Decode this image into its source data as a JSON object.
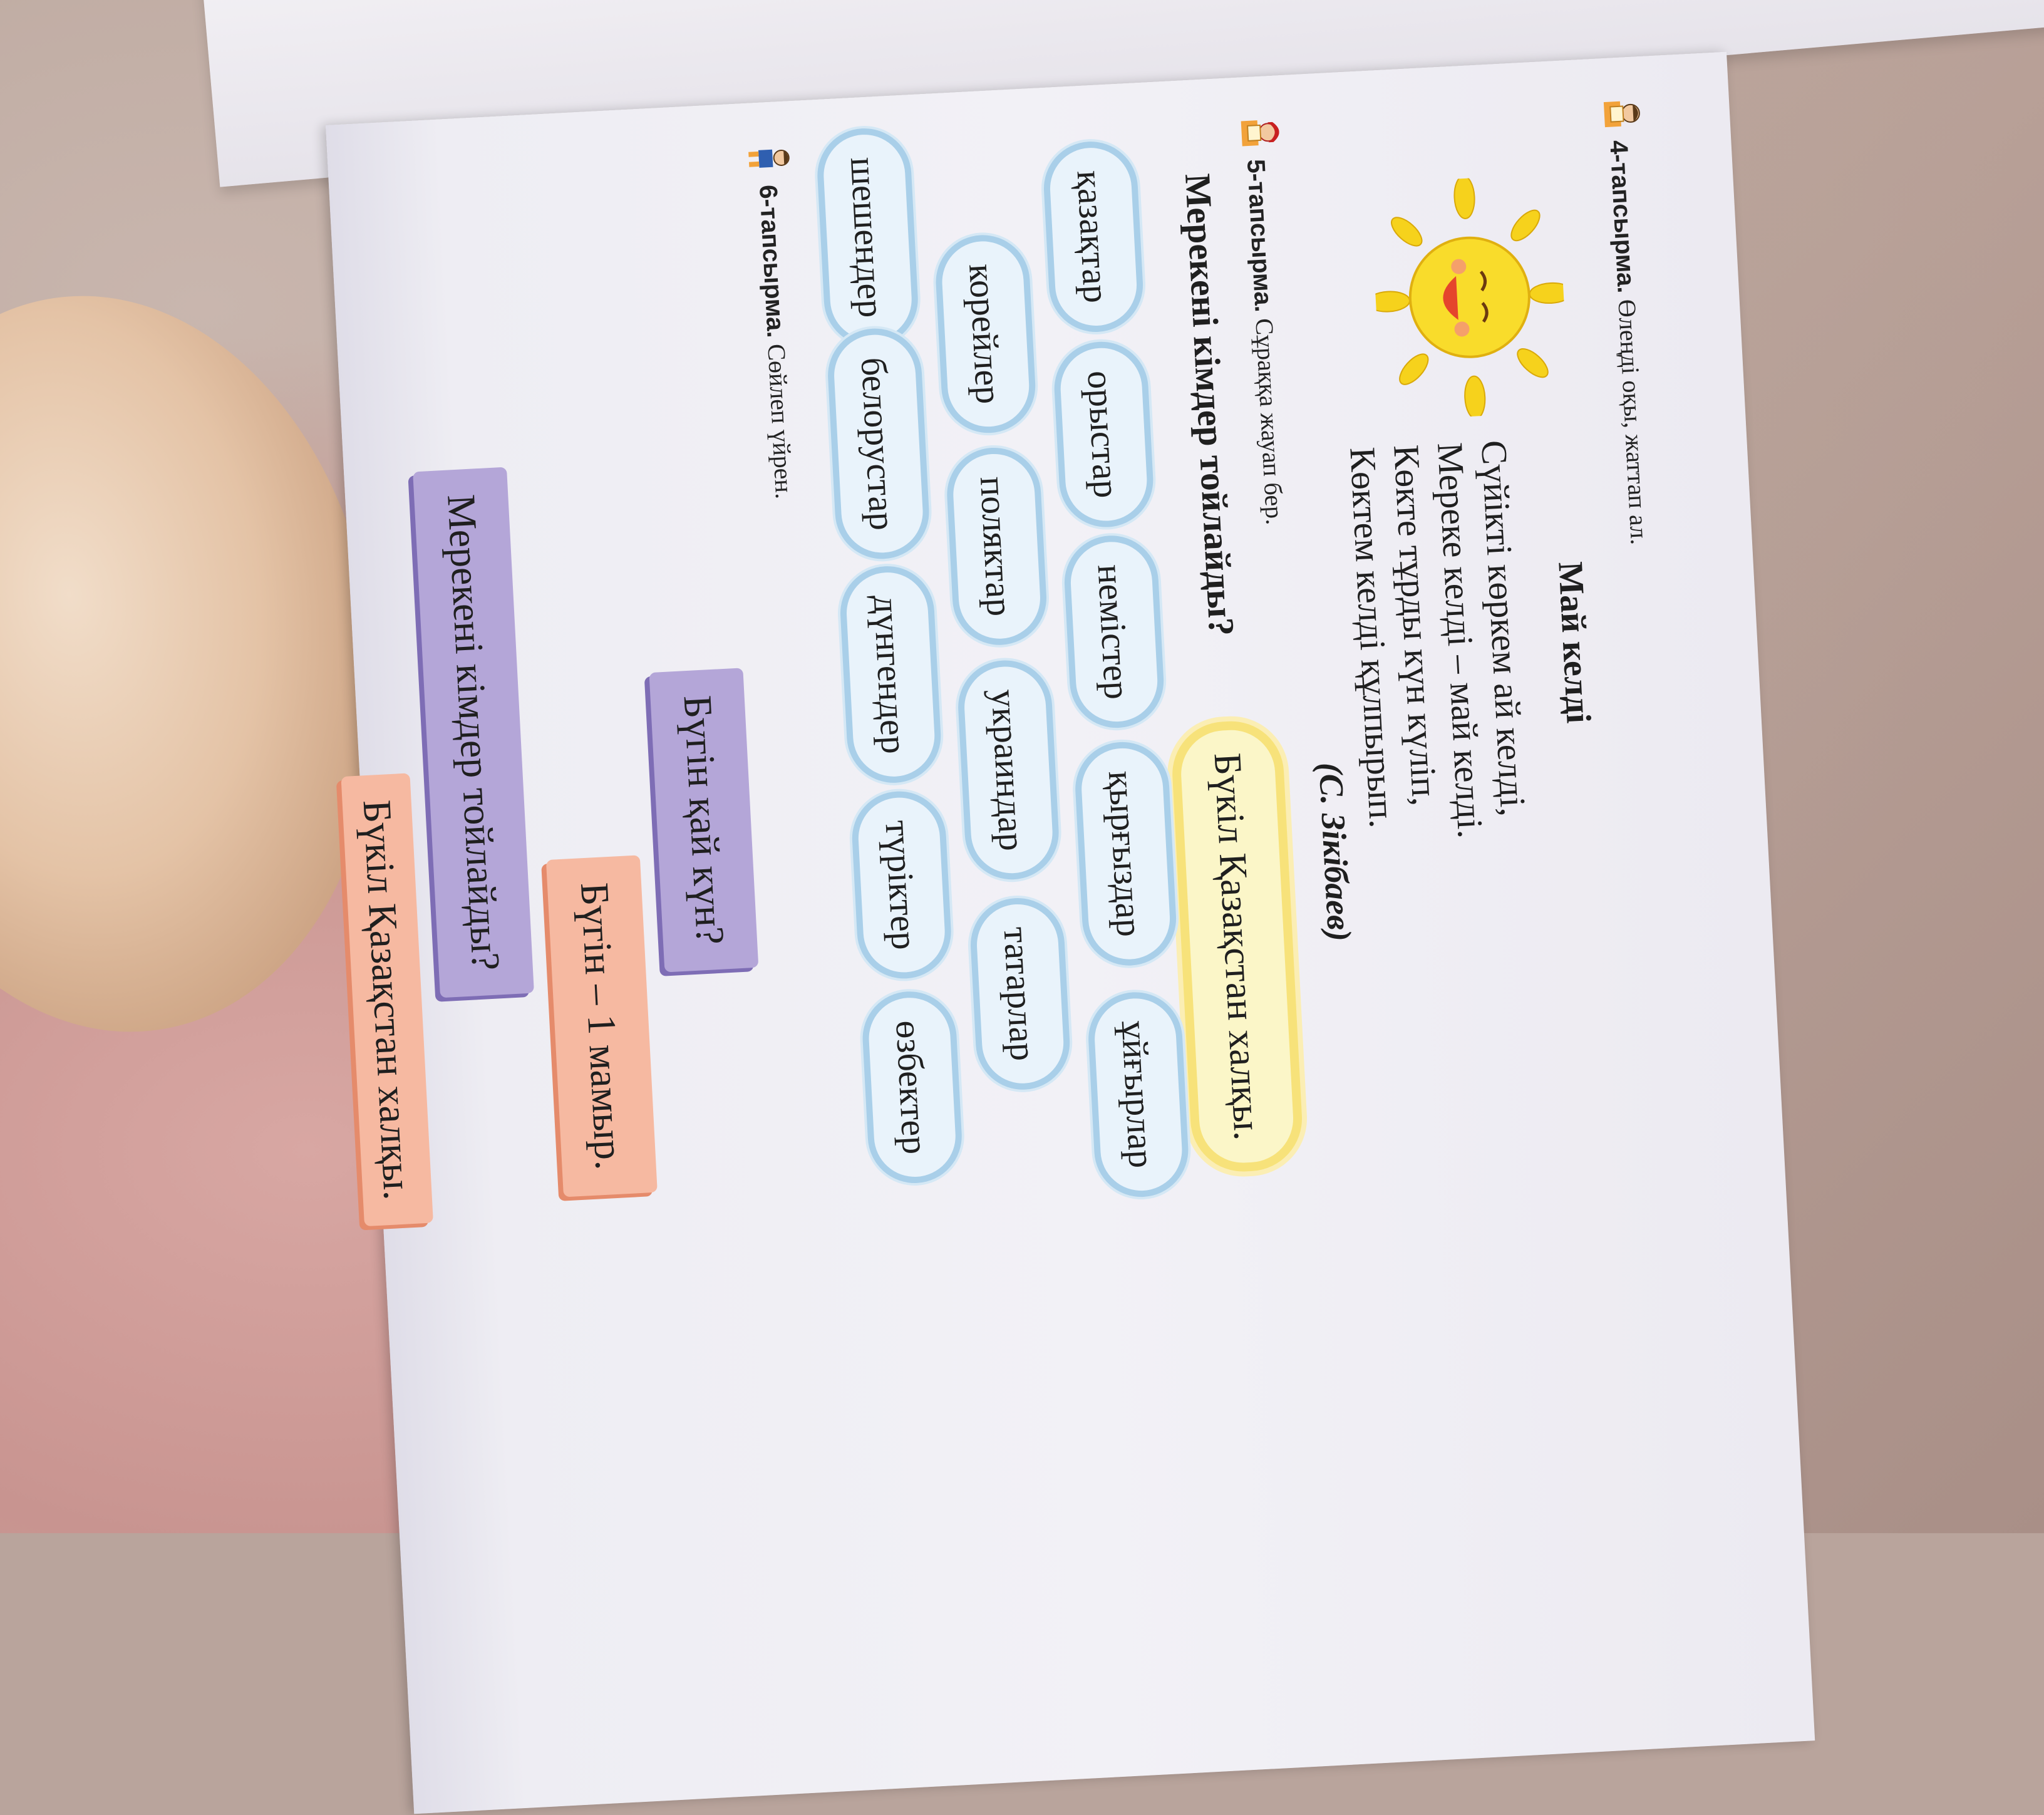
{
  "task4": {
    "label": "4-тапсырма.",
    "instruction": "Өлеңді оқы, жаттап ал."
  },
  "poem": {
    "title": "Май келді",
    "lines": [
      "Сүйікті көркем ай келді,",
      "Мереке келді – май келді.",
      "Көкте тұрды күн күліп,",
      "Көктем келді құлпырып."
    ],
    "author": "(С. Зікібаев)"
  },
  "task5": {
    "label": "5-тапсырма.",
    "instruction": "Сұраққа жауап бер.",
    "question": "Мерекені кімдер тойлайды?",
    "answer": "Бүкіл Қазақстан халқы.",
    "peoples_row1": [
      "қазақтар",
      "орыстар",
      "немістер",
      "қырғыздар",
      "ұйғырлар"
    ],
    "peoples_row2": [
      "корейлер",
      "поляктар",
      "украиндар",
      "татарлар"
    ],
    "peoples_row3": [
      "шешендер",
      "белорустар",
      "дүнгендер",
      "түріктер",
      "өзбектер"
    ]
  },
  "task6": {
    "label": "6-тапсырма.",
    "instruction": "Сөйлеп үйрен.",
    "dialog": [
      {
        "text": "Бүгін қай күн?",
        "color": "purple"
      },
      {
        "text": "Бүгін – 1 мамыр.",
        "color": "peach"
      },
      {
        "text": "Мерекені кімдер тойлайды?",
        "color": "purple"
      },
      {
        "text": "Бүкіл Қазақстан халқы.",
        "color": "peach"
      }
    ]
  },
  "colors": {
    "cloud_border": "#a9cfe9",
    "cloud_fill": "#e9f3fb",
    "answer_border": "#f7e27a",
    "card_purple": "#b4a6d8",
    "card_peach": "#f6b9a1",
    "sun": "#f6d21c"
  }
}
